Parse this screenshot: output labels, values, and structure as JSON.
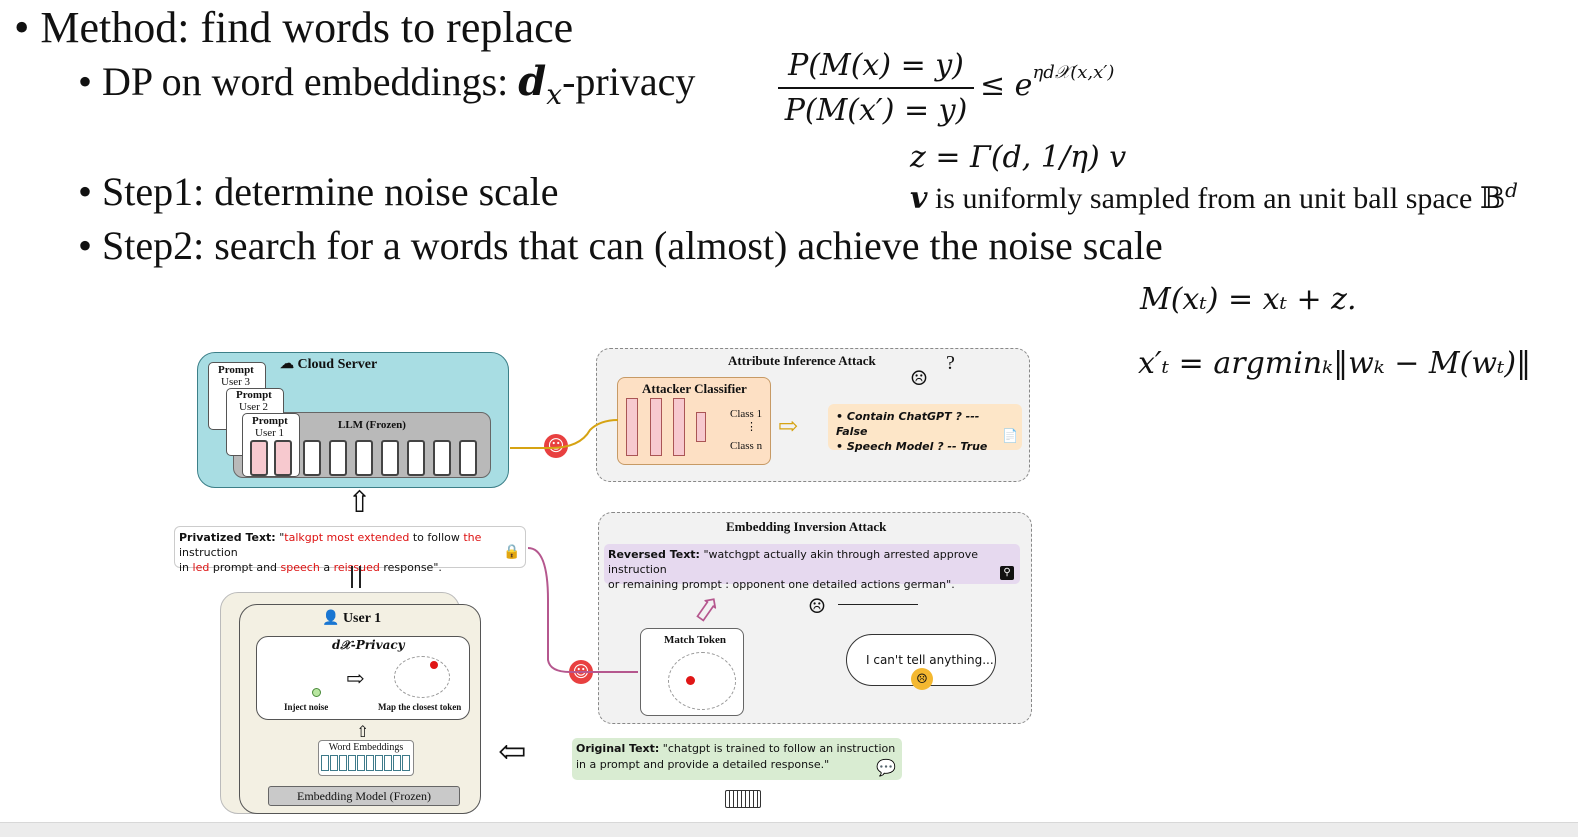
{
  "slide": {
    "bullet1": "Method: find words to replace",
    "bullet2_prefix": "DP on word embeddings: ",
    "bullet2_sym": "d",
    "bullet2_sub": "x",
    "bullet2_suffix": "-privacy",
    "bullet3": "Step1: determine noise scale",
    "bullet4": "Step2: search for a words that can (almost) achieve the noise scale",
    "bullet_glyph": "•"
  },
  "formulas": {
    "frac_num": "P(M(x) = y)",
    "frac_den": "P(M(x′) = y)",
    "frac_rhs": "≤ e",
    "frac_exp": "ηd𝒳(x,x′)",
    "z_eq": "z = Γ(d, 1/η) v",
    "v_desc_sym": "v",
    "v_desc_text": " is uniformly sampled from an unit ball space 𝔹",
    "v_desc_sup": "d",
    "mech": "M(xₜ) = xₜ + z.",
    "argmin": "x′ₜ = argminₖ‖wₖ − M(wₜ)‖"
  },
  "diagram": {
    "cloud_server": "Cloud Server",
    "prompt": "Prompt",
    "user3": "User 3",
    "user2": "User 2",
    "user1_small": "User 1",
    "llm": "LLM (Frozen)",
    "attr_title": "Attribute Inference Attack",
    "attacker": "Attacker Classifier",
    "class1": "Class 1",
    "classn": "Class n",
    "result1": "Contain ChatGPT ? --- False",
    "result2": "Speech Model ? -- True",
    "priv_label": "Privatized Text:",
    "priv_q": " \"",
    "priv_w1": "talkgpt most extended",
    "priv_t1": " to follow ",
    "priv_w2": "the",
    "priv_t2": " instruction",
    "priv_t3": "in ",
    "priv_w3": "led",
    "priv_t4": " prompt and ",
    "priv_w4": "speech",
    "priv_t5": " a ",
    "priv_w5": "reissued",
    "priv_t6": " response\".",
    "emb_title": "Embedding Inversion Attack",
    "rev_label": "Reversed Text:",
    "rev_text1": " \"watchgpt actually akin through arrested approve instruction",
    "rev_text2": "or remaining prompt : opponent one detailed actions german\".",
    "match_token": "Match Token",
    "cant_tell": "I can't tell anything...",
    "user1": "User 1",
    "dx_privacy": "d𝒳-Privacy",
    "inject_noise": "Inject noise",
    "map_closest": "Map the closest token",
    "word_emb": "Word Embeddings",
    "emb_model": "Embedding Model (Frozen)",
    "orig_label": "Original Text:",
    "orig_text1": " \"chatgpt is trained to follow an instruction",
    "orig_text2": "in a prompt and provide a detailed response.\""
  },
  "colors": {
    "cloud_bg": "#a8dde3",
    "llm_bg": "#b9b9b9",
    "token_pink": "#f7c9cf",
    "attacker_bg": "#fde0c4",
    "result_bg": "#fde6c8",
    "reversed_bg": "#e6d9ef",
    "original_bg": "#d9ecd2",
    "user_bg": "#f3f0e3",
    "red_word": "#d11111",
    "arrow_gold": "#d6a313",
    "arrow_pink": "#b5578e"
  }
}
